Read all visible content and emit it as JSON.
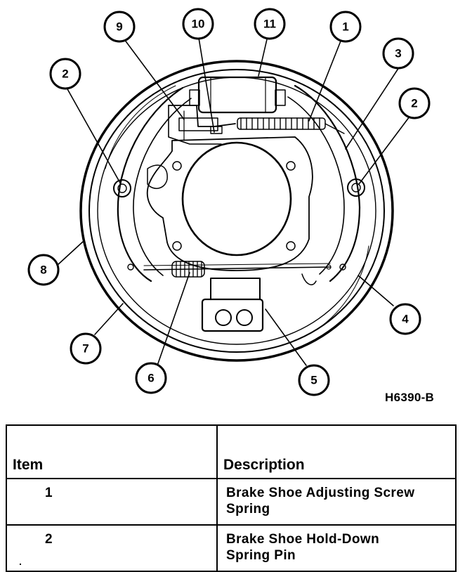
{
  "figure": {
    "code": "H6390-B",
    "callouts": [
      "9",
      "10",
      "11",
      "1",
      "3",
      "2",
      "2",
      "8",
      "7",
      "6",
      "5",
      "4"
    ]
  },
  "legend": {
    "headers": {
      "item": "Item",
      "description": "Description"
    },
    "rows": [
      {
        "item": "1",
        "description_lines": [
          "Brake Shoe Adjusting Screw",
          "Spring"
        ]
      },
      {
        "item": "2",
        "description_lines": [
          "Brake Shoe Hold-Down",
          "Spring Pin"
        ]
      }
    ]
  }
}
